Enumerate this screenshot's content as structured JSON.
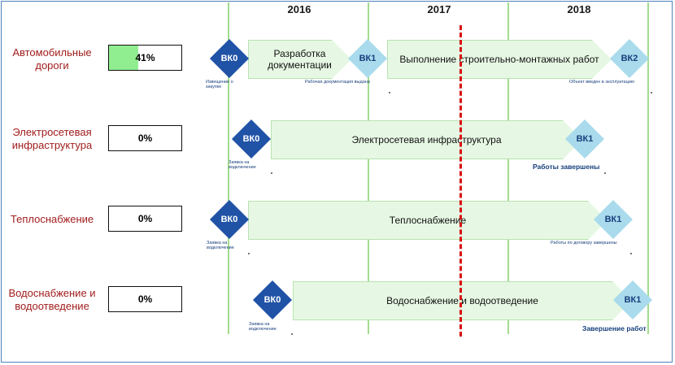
{
  "years": [
    "2016",
    "2017",
    "2018"
  ],
  "rows": [
    {
      "label": "Автомобильные дороги",
      "percent_text": "41%",
      "percent": 41,
      "start": {
        "code": "ВК0",
        "note": "Извещение о закупке"
      },
      "tasks": [
        "Разработка документации",
        "Выполнение строительно-монтажных работ"
      ],
      "milestones": [
        {
          "code": "ВК1",
          "note": "Рабочая документация выдана"
        },
        {
          "code": "ВК2",
          "note": "Объект введен в эксплуатацию"
        }
      ]
    },
    {
      "label": "Электросетевая инфраструктура",
      "percent_text": "0%",
      "percent": 0,
      "start": {
        "code": "ВК0",
        "note": "Заявка на водключение"
      },
      "tasks": [
        "Электросетевая инфраструктура"
      ],
      "milestones": [
        {
          "code": "ВК1",
          "note": "Работы завершены"
        }
      ]
    },
    {
      "label": "Теплоснабжение",
      "percent_text": "0%",
      "percent": 0,
      "start": {
        "code": "ВК0",
        "note": "Заявка на водключение"
      },
      "tasks": [
        "Теплоснабжение"
      ],
      "milestones": [
        {
          "code": "ВК1",
          "note": "Работы по договору завершены"
        }
      ]
    },
    {
      "label": "Водоснабжение и водоотведение",
      "percent_text": "0%",
      "percent": 0,
      "start": {
        "code": "ВК0",
        "note": "Заявка на водключение"
      },
      "tasks": [
        "Водоснабжение и водоотведение"
      ],
      "milestones": [
        {
          "code": "ВК1",
          "note": "Завершение работ"
        }
      ]
    }
  ],
  "colors": {
    "label_text": "#a11d1d",
    "progress_fill": "#90ee90",
    "start_diamond": "#2052a6",
    "milestone_diamond": "#a9dbec",
    "task_fill": "#e6f8e3",
    "year_line": "#a3dc8f",
    "current_date_line": "#d81010"
  }
}
